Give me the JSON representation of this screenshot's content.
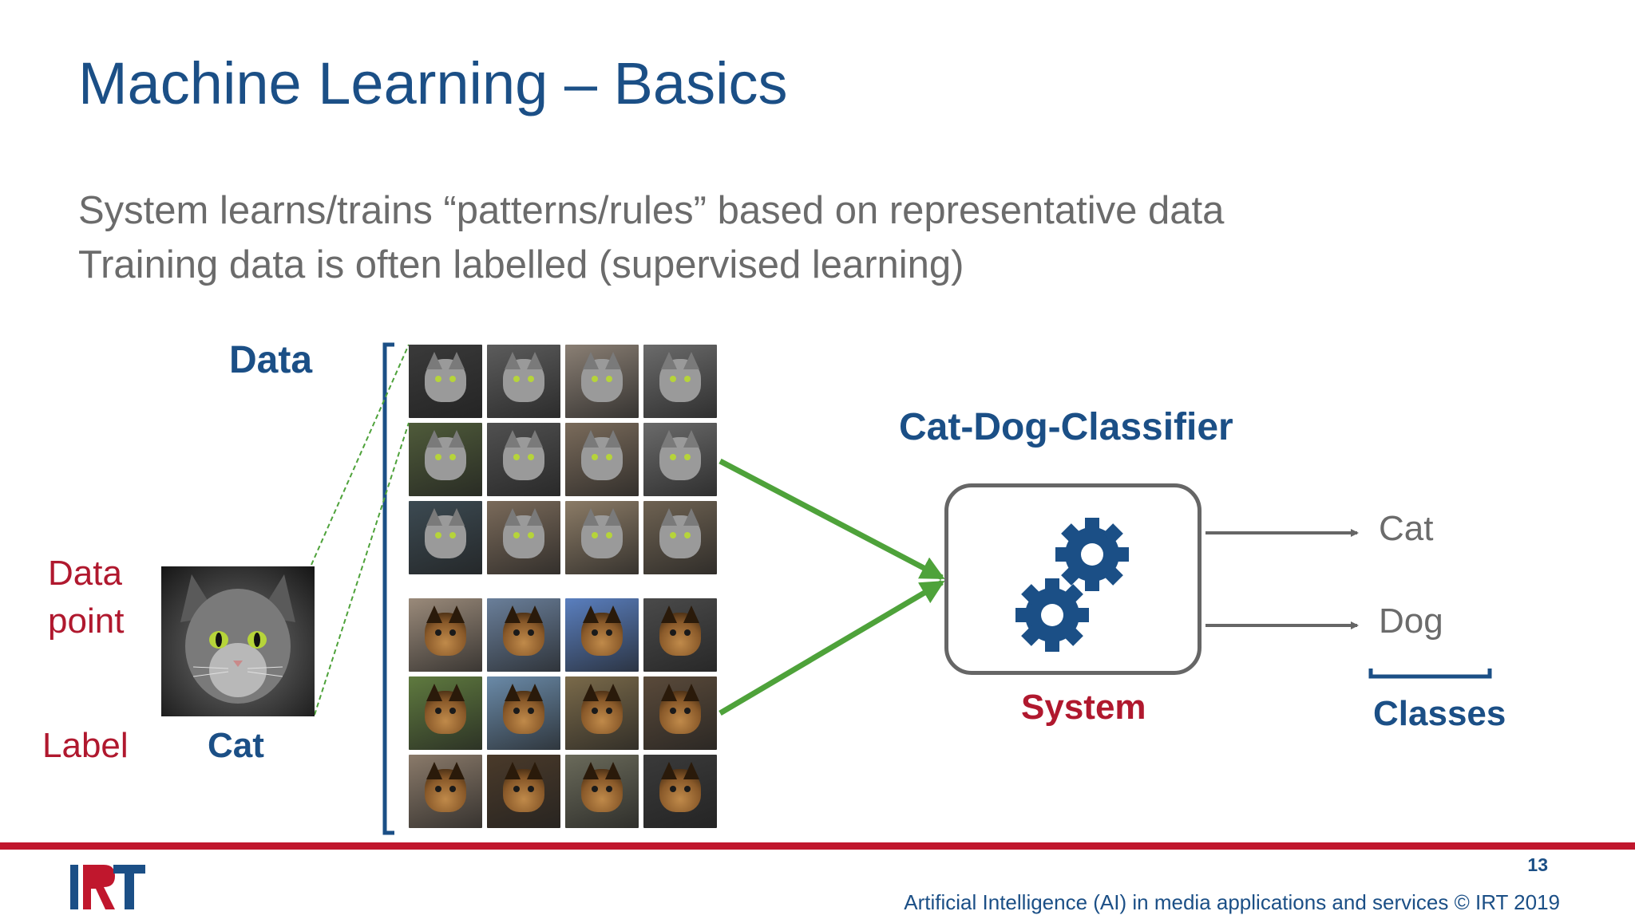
{
  "slide": {
    "title": "Machine Learning – Basics",
    "bullets": [
      "System learns/trains “patterns/rules” based on representative data",
      "Training data is often labelled (supervised learning)"
    ]
  },
  "diagram": {
    "data_heading": "Data",
    "data_point_line1": "Data",
    "data_point_line2": "point",
    "label_caption": "Label",
    "label_value": "Cat",
    "classifier_title": "Cat-Dog-Classifier",
    "system_caption": "System",
    "outputs": [
      "Cat",
      "Dog"
    ],
    "classes_caption": "Classes",
    "arrow_color": "#4ea23a",
    "images": {
      "cats": [
        "cat",
        "cat",
        "cat",
        "cat",
        "cat",
        "cat",
        "cat",
        "cat",
        "cat",
        "cat",
        "cat",
        "cat"
      ],
      "dogs": [
        "dog",
        "dog",
        "dog",
        "dog",
        "dog",
        "dog",
        "dog",
        "dog",
        "dog",
        "dog",
        "dog",
        "dog"
      ]
    }
  },
  "footer": {
    "logo": "IRT",
    "page_number": "13",
    "text": "Artificial Intelligence (AI) in media applications and services © IRT 2019",
    "accent_color": "#c0172d"
  }
}
